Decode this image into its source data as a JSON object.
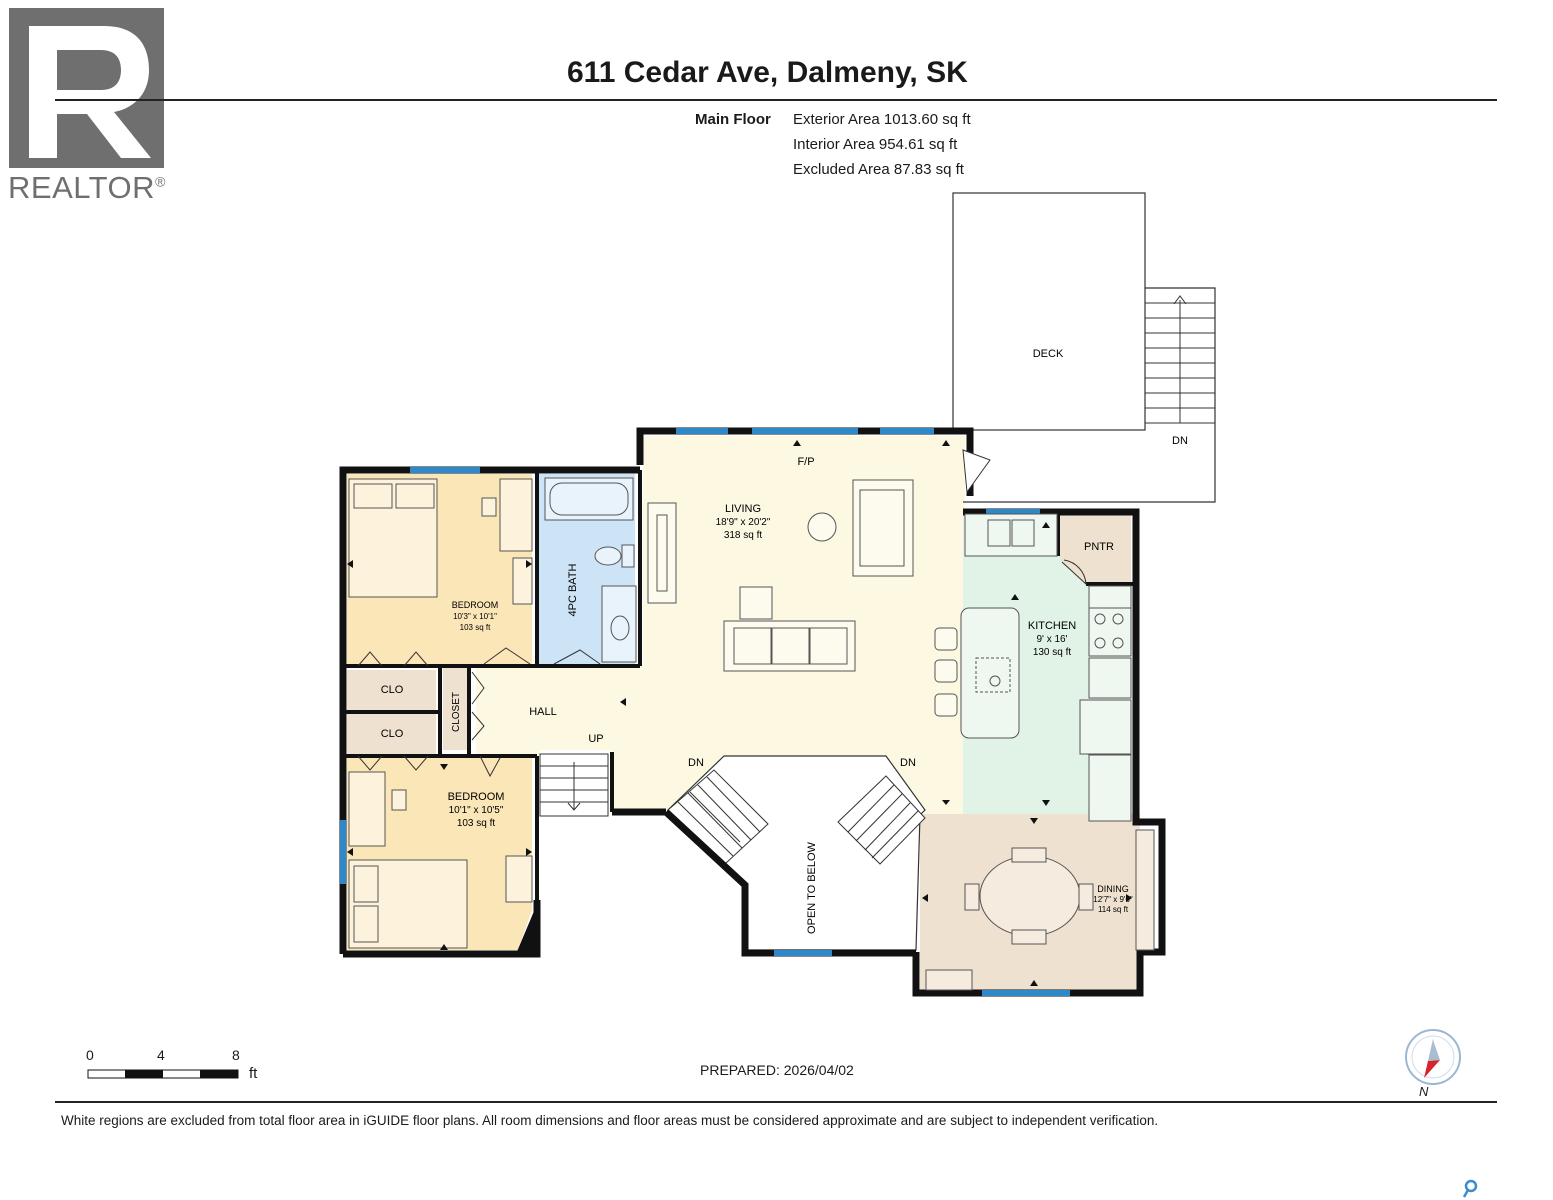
{
  "header": {
    "logo_text": "REALTOR",
    "logo_mark": "®",
    "title": "611 Cedar Ave, Dalmeny, SK",
    "floor_label": "Main Floor",
    "areas": [
      "Exterior Area 1013.60 sq ft",
      "Interior Area 954.61 sq ft",
      "Excluded Area 87.83 sq ft"
    ]
  },
  "rooms": {
    "deck": "DECK",
    "deck_stairs": "DN",
    "fireplace": "F/P",
    "living": {
      "name": "LIVING",
      "dims": "18'9\" x 20'2\"",
      "area": "318 sq ft"
    },
    "bedroom1": {
      "name": "BEDROOM",
      "dims": "10'3\" x 10'1\"",
      "area": "103 sq ft"
    },
    "bath": "4PC BATH",
    "pantry": "PNTR",
    "kitchen": {
      "name": "KITCHEN",
      "dims": "9' x 16'",
      "area": "130 sq ft"
    },
    "clo1": "CLO",
    "clo2": "CLO",
    "closet": "CLOSET",
    "hall": "HALL",
    "up": "UP",
    "dn_left": "DN",
    "dn_right": "DN",
    "bedroom2": {
      "name": "BEDROOM",
      "dims": "10'1\" x 10'5\"",
      "area": "103 sq ft"
    },
    "open_below": "OPEN TO BELOW",
    "dining": {
      "name": "DINING",
      "dims": "12'7\" x 9'6\"",
      "area": "114 sq ft"
    }
  },
  "scale": {
    "labels": [
      "0",
      "4",
      "8"
    ],
    "unit": "ft"
  },
  "compass_label": "N",
  "prepared": "PREPARED: 2026/04/02",
  "disclaimer": "White regions are excluded from total floor area in iGUIDE floor plans. All room dimensions and floor areas must be considered approximate and are subject to independent verification.",
  "colors": {
    "bedroom": "#fbe6b7",
    "living": "#fdf8e2",
    "bath": "#cde4f7",
    "kitchen": "#e1f2e7",
    "dining": "#eee1cf",
    "closet": "#eee1cf",
    "window": "#2f88c8",
    "wall": "#111111"
  }
}
